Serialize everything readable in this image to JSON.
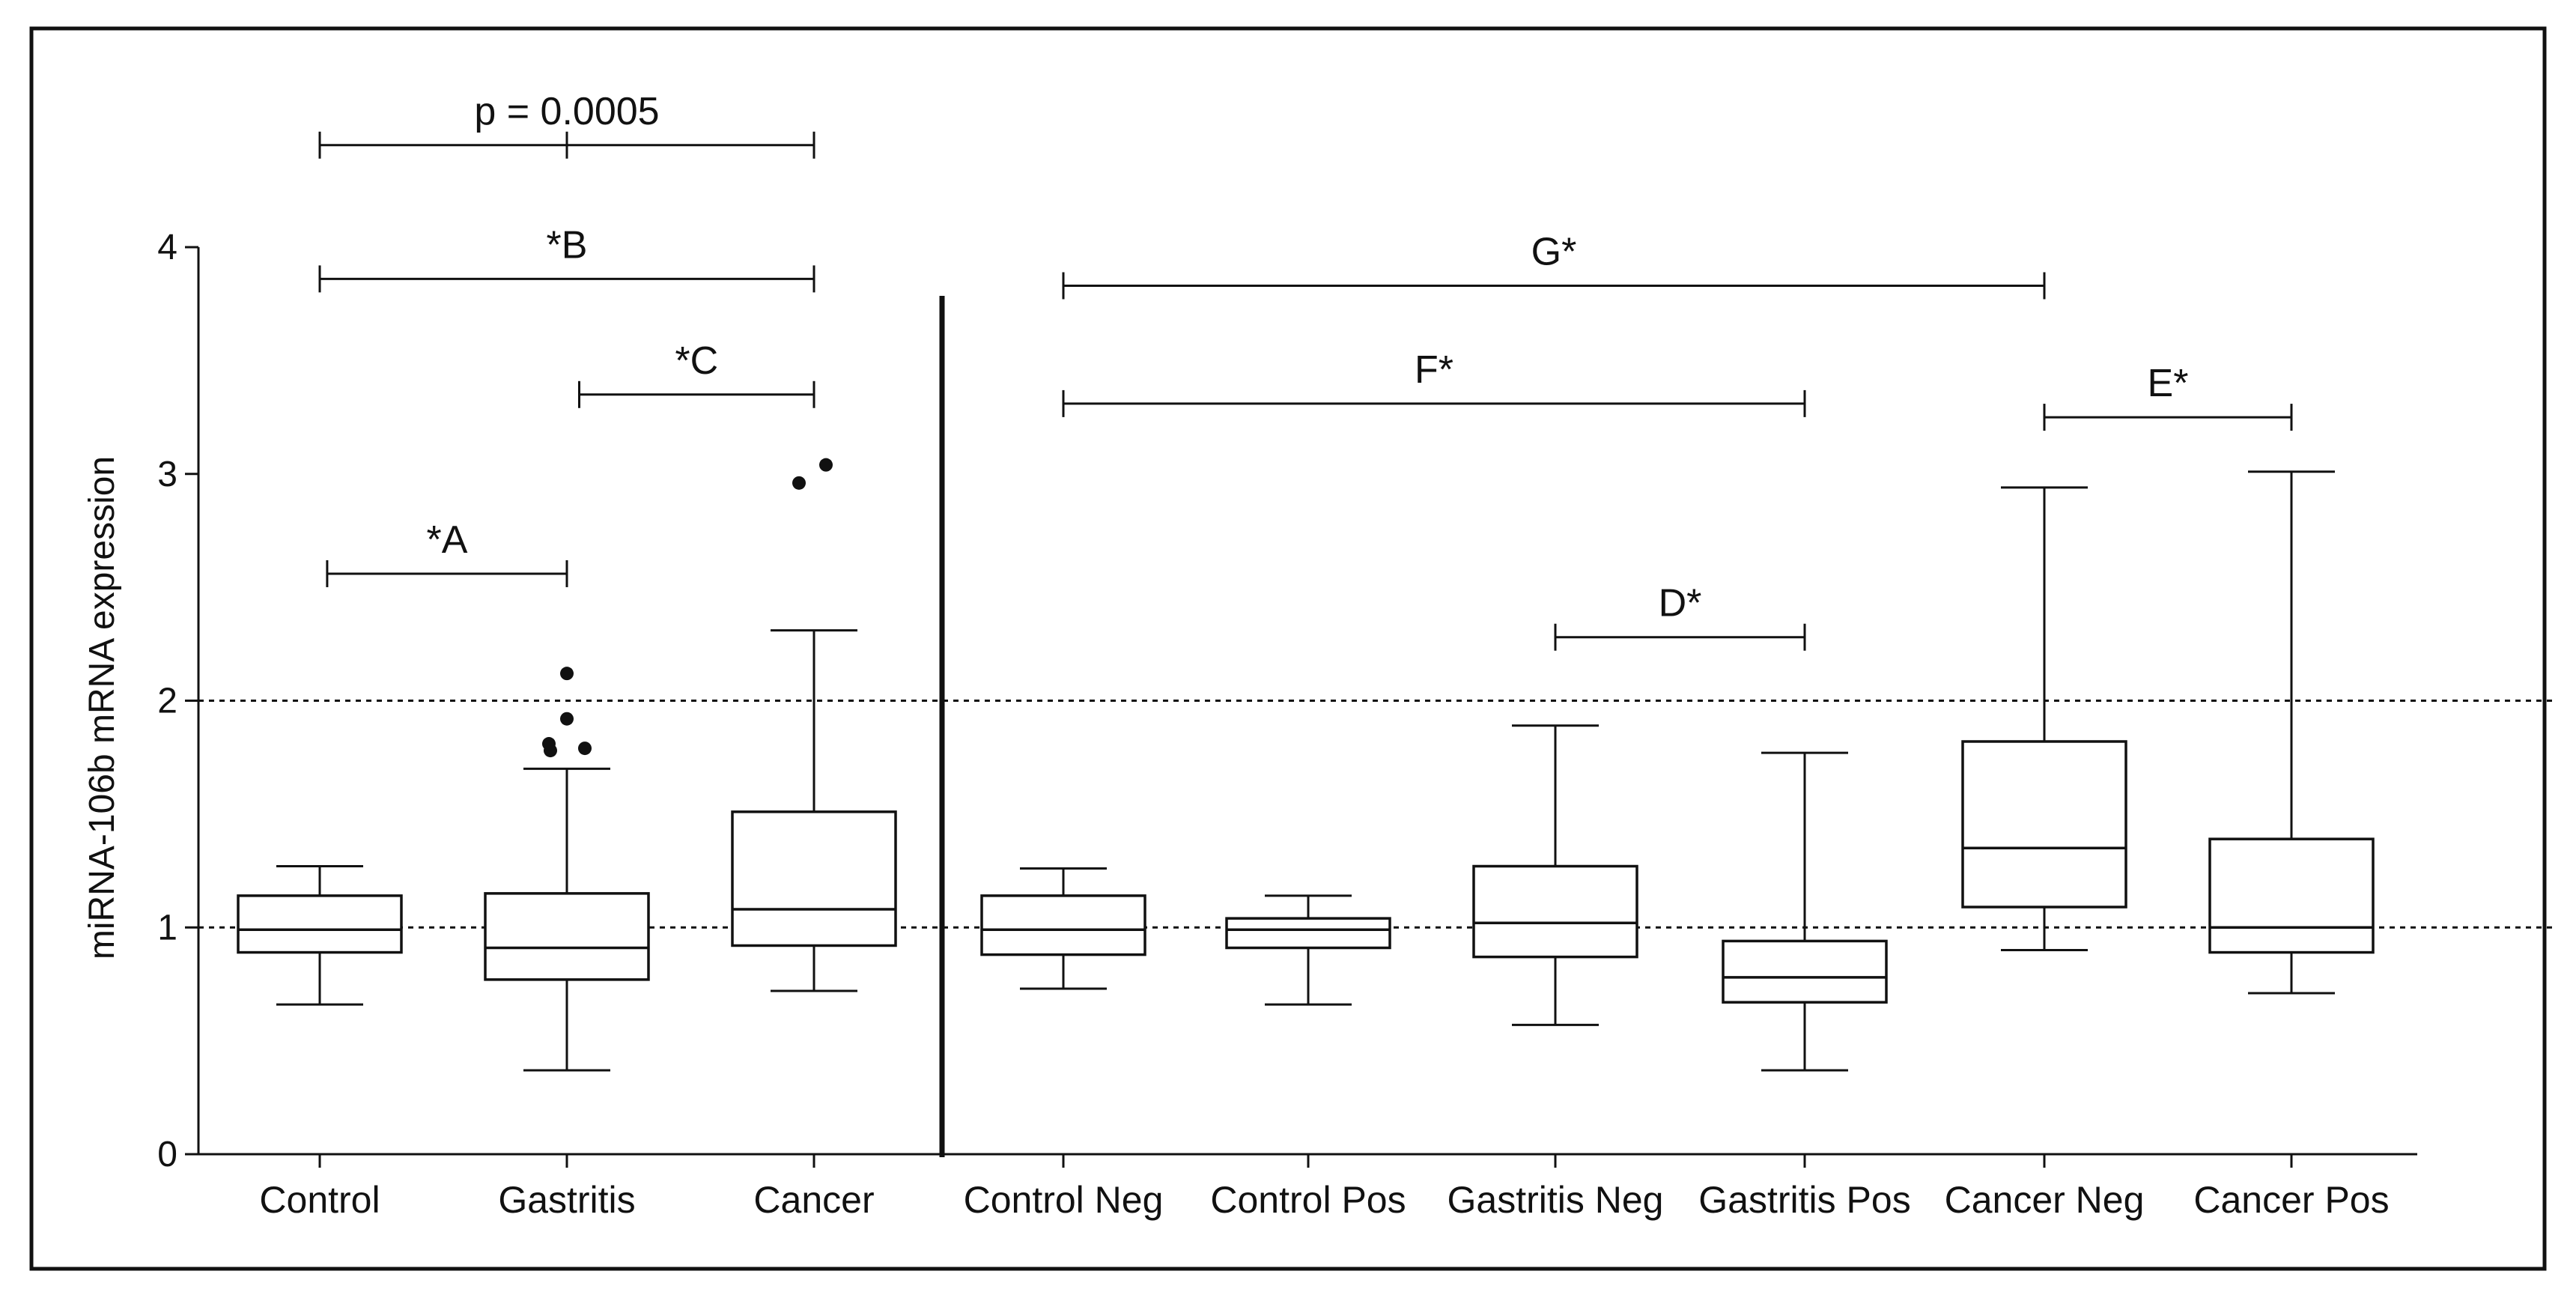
{
  "chart_data": {
    "type": "box",
    "ylabel": "miRNA-106b mRNA expression",
    "ylim": [
      0,
      4
    ],
    "yticks": [
      0,
      1,
      2,
      3,
      4
    ],
    "reference_lines": [
      1,
      2
    ],
    "categories": [
      "Control",
      "Gastritis",
      "Cancer",
      "Control Neg",
      "Control Pos",
      "Gastritis Neg",
      "Gastritis Pos",
      "Cancer Neg",
      "Cancer Pos"
    ],
    "boxes": [
      {
        "label": "Control",
        "whisker_low": 0.66,
        "q1": 0.89,
        "median": 0.99,
        "q3": 1.14,
        "whisker_high": 1.27,
        "outliers": []
      },
      {
        "label": "Gastritis",
        "whisker_low": 0.37,
        "q1": 0.77,
        "median": 0.91,
        "q3": 1.15,
        "whisker_high": 1.7,
        "outliers": [
          1.78,
          1.79,
          1.81,
          1.92,
          2.12
        ]
      },
      {
        "label": "Cancer",
        "whisker_low": 0.72,
        "q1": 0.92,
        "median": 1.08,
        "q3": 1.51,
        "whisker_high": 2.31,
        "outliers": [
          2.96,
          3.04
        ]
      },
      {
        "label": "Control Neg",
        "whisker_low": 0.73,
        "q1": 0.88,
        "median": 0.99,
        "q3": 1.14,
        "whisker_high": 1.26,
        "outliers": []
      },
      {
        "label": "Control Pos",
        "whisker_low": 0.66,
        "q1": 0.91,
        "median": 0.99,
        "q3": 1.04,
        "whisker_high": 1.14,
        "outliers": []
      },
      {
        "label": "Gastritis Neg",
        "whisker_low": 0.57,
        "q1": 0.87,
        "median": 1.02,
        "q3": 1.27,
        "whisker_high": 1.89,
        "outliers": []
      },
      {
        "label": "Gastritis Pos",
        "whisker_low": 0.37,
        "q1": 0.67,
        "median": 0.78,
        "q3": 0.94,
        "whisker_high": 1.77,
        "outliers": []
      },
      {
        "label": "Cancer Neg",
        "whisker_low": 0.9,
        "q1": 1.09,
        "median": 1.35,
        "q3": 1.82,
        "whisker_high": 2.94,
        "outliers": []
      },
      {
        "label": "Cancer Pos",
        "whisker_low": 0.71,
        "q1": 0.89,
        "median": 1.0,
        "q3": 1.39,
        "whisker_high": 3.01,
        "outliers": []
      }
    ],
    "significance": [
      {
        "label": "p = 0.0005",
        "from": 0,
        "to": 2,
        "y": 4.45,
        "mid_tick": 1
      },
      {
        "label": "*B",
        "from": 0,
        "to": 2,
        "y": 3.86
      },
      {
        "label": "*C",
        "from": 1.05,
        "to": 2,
        "y": 3.35
      },
      {
        "label": "*A",
        "from": 0.03,
        "to": 1,
        "y": 2.56
      },
      {
        "label": "G*",
        "from": 3,
        "to": 7,
        "y": 3.83
      },
      {
        "label": "F*",
        "from": 3,
        "to": 6,
        "y": 3.31
      },
      {
        "label": "E*",
        "from": 7,
        "to": 8,
        "y": 3.25
      },
      {
        "label": "D*",
        "from": 5,
        "to": 6,
        "y": 2.28
      }
    ]
  }
}
